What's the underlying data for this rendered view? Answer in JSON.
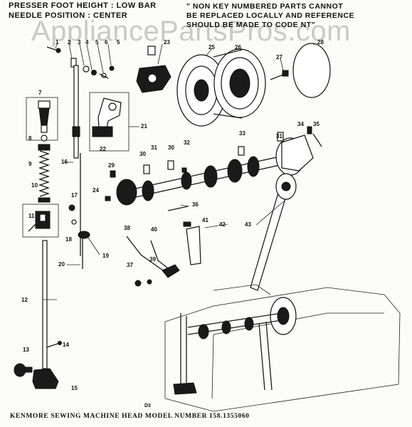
{
  "header": {
    "line1": "PRESSER FOOT HEIGHT : LOW BAR",
    "line2": "NEEDLE POSITION : CENTER"
  },
  "notice": {
    "line1": "\" NON KEY NUMBERED PARTS CANNOT",
    "line2": "BE REPLACED LOCALLY AND REFERENCE",
    "line3": "SHOULD BE MADE TO CODE NT\""
  },
  "watermark": "AppliancePartsPros.com",
  "diagram_code": "D3",
  "footer": "KENMORE SEWING MACHINE HEAD  MODEL NUMBER 158.1355060",
  "part_labels": [
    "1",
    "2",
    "3",
    "4",
    "5",
    "6",
    "5",
    "7",
    "8",
    "9",
    "10",
    "11",
    "12",
    "13",
    "14",
    "15",
    "16",
    "17",
    "18",
    "19",
    "20",
    "21",
    "22",
    "23",
    "24",
    "25",
    "26",
    "27",
    "28",
    "29",
    "30",
    "31",
    "30",
    "32",
    "33",
    "31",
    "34",
    "35",
    "36",
    "37",
    "38",
    "39",
    "40",
    "41",
    "42",
    "43"
  ],
  "colors": {
    "ink": "#1a1a1a",
    "paper": "#fbfbf9",
    "watermark": "#a0a0a0"
  }
}
